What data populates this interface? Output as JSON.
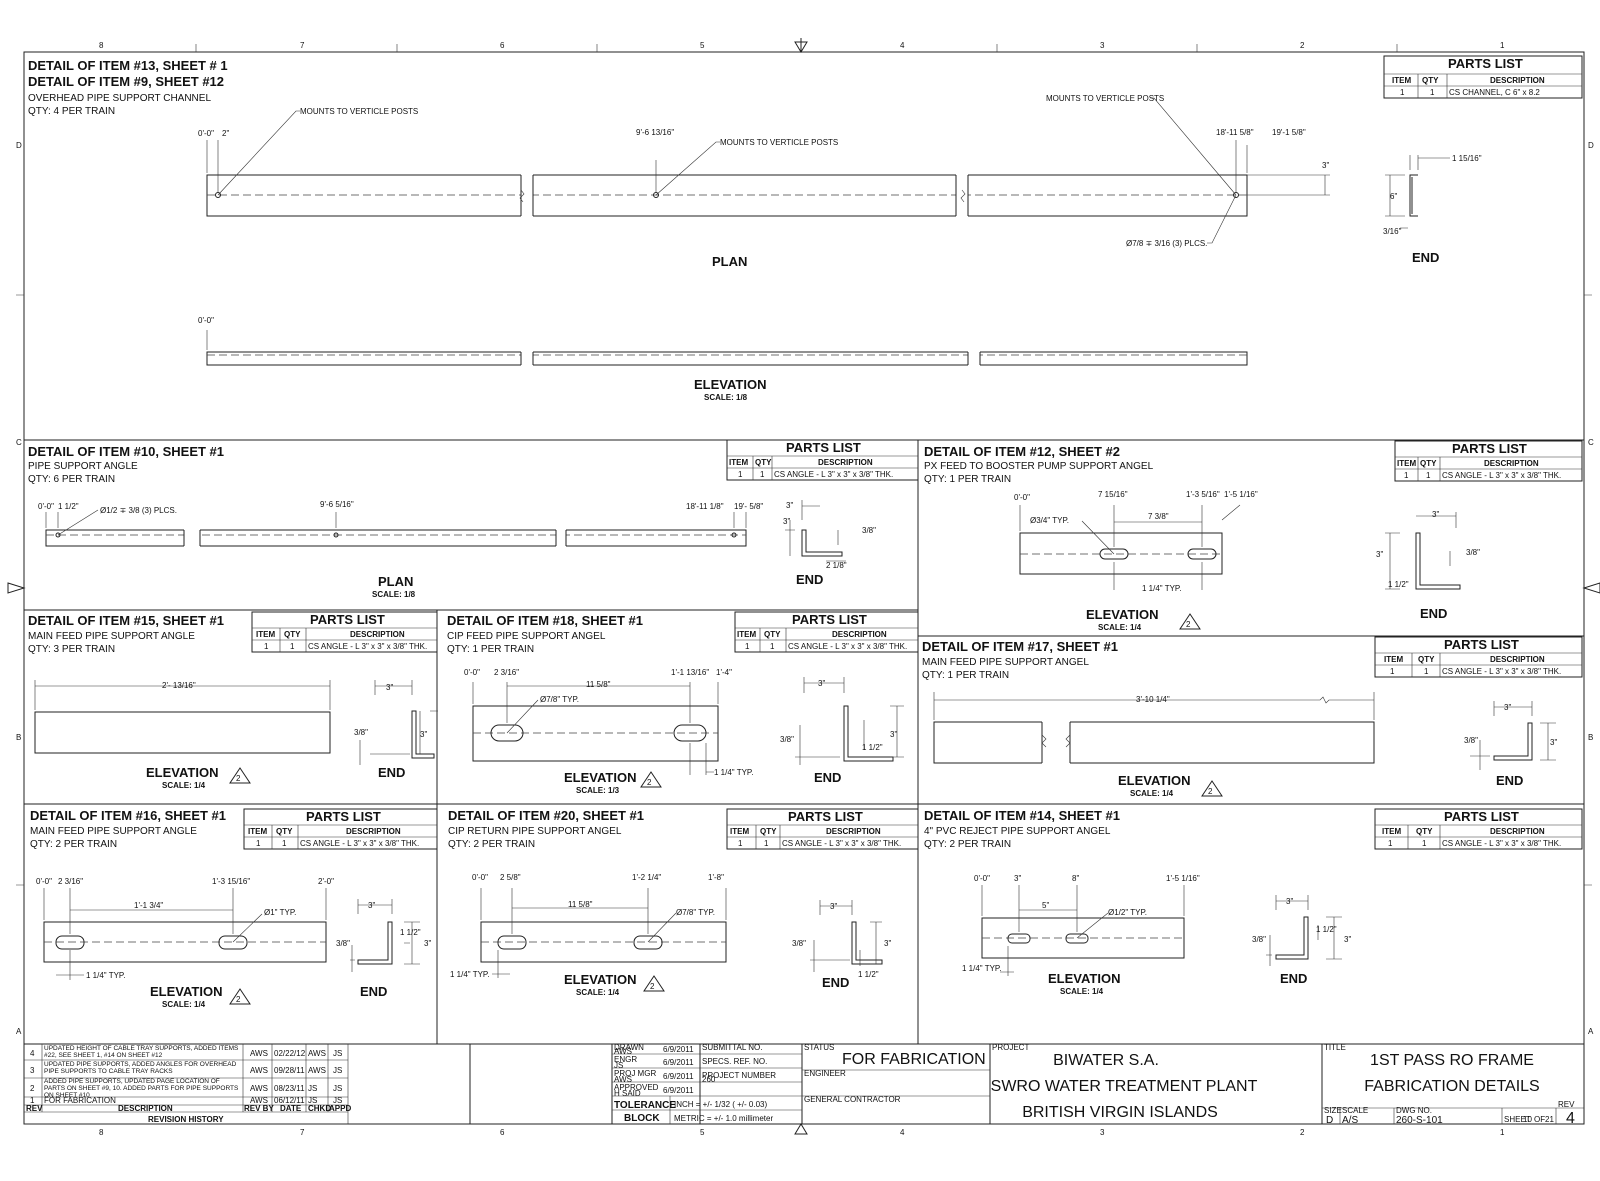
{
  "border": {
    "cols": [
      "8",
      "7",
      "6",
      "5",
      "4",
      "3",
      "2",
      "1"
    ],
    "rows": [
      "D",
      "C",
      "B",
      "A"
    ]
  },
  "top": {
    "title1": "DETAIL OF ITEM #13, SHEET # 1",
    "title2": "DETAIL OF ITEM #9, SHEET #12",
    "desc": "OVERHEAD PIPE SUPPORT CHANNEL",
    "qty": "QTY: 4 PER TRAIN",
    "dims": [
      "0'-0\"",
      "2\"",
      "9'-6 13/16\"",
      "18'-11 5/8\"",
      "19'-1 5/8\"",
      "3\""
    ],
    "notes": [
      "MOUNTS TO VERTICLE POSTS",
      "MOUNTS TO VERTICLE POSTS",
      "MOUNTS TO VERTICLE POSTS",
      "Ø7/8 ∓ 3/16 (3) PLCS."
    ],
    "plan": "PLAN",
    "elev_zero": "0'-0\"",
    "elevation": "ELEVATION",
    "scale": "SCALE: 1/8",
    "end_dims": [
      "1 15/16\"",
      "6\"",
      "3/16\""
    ],
    "end": "END",
    "parts": {
      "title": "PARTS LIST",
      "h": [
        "ITEM",
        "QTY",
        "DESCRIPTION"
      ],
      "r": [
        "1",
        "1",
        "CS CHANNEL, C 6\" x 8.2"
      ]
    }
  },
  "d10": {
    "title": "DETAIL OF ITEM #10, SHEET #1",
    "desc": "PIPE SUPPORT ANGLE",
    "qty": "QTY: 6 PER TRAIN",
    "dims": [
      "0'-0\"",
      "1 1/2\"",
      "Ø1/2 ∓ 3/8 (3) PLCS.",
      "9'-6 5/16\"",
      "18'-11 1/8\"",
      "19'- 5/8\""
    ],
    "plan": "PLAN",
    "scale": "SCALE: 1/8",
    "end_dims": [
      "3\"",
      "3\"",
      "3/8\"",
      "2 1/8\""
    ],
    "end": "END",
    "parts": {
      "title": "PARTS LIST",
      "h": [
        "ITEM",
        "QTY",
        "DESCRIPTION"
      ],
      "r": [
        "1",
        "1",
        "CS ANGLE  - L 3\" x 3\" x 3/8\" THK."
      ]
    }
  },
  "d12": {
    "title": "DETAIL OF ITEM #12, SHEET #2",
    "desc": "PX FEED TO BOOSTER PUMP SUPPORT ANGEL",
    "qty": "QTY: 1 PER TRAIN",
    "dims": [
      "0'-0\"",
      "7 15/16\"",
      "1'-3 5/16\"",
      "1'-5 1/16\"",
      "Ø3/4\" TYP.",
      "7 3/8\"",
      "1 1/4\" TYP."
    ],
    "elevation": "ELEVATION",
    "scale": "SCALE: 1/4",
    "rev": "2",
    "end_dims": [
      "3\"",
      "3\"",
      "3/8\"",
      "1 1/2\""
    ],
    "end": "END",
    "parts": {
      "title": "PARTS LIST",
      "h": [
        "ITEM",
        "QTY",
        "DESCRIPTION"
      ],
      "r": [
        "1",
        "1",
        "CS ANGLE - L 3\" x 3\" x 3/8\" THK."
      ]
    }
  },
  "d15": {
    "title": "DETAIL OF ITEM #15, SHEET #1",
    "desc": "MAIN FEED PIPE SUPPORT ANGLE",
    "qty": "QTY: 3 PER TRAIN",
    "dims": [
      "2'- 13/16\""
    ],
    "elevation": "ELEVATION",
    "scale": "SCALE: 1/4",
    "rev": "2",
    "end_dims": [
      "3\"",
      "3/8\"",
      "3\""
    ],
    "end": "END",
    "parts": {
      "title": "PARTS LIST",
      "h": [
        "ITEM",
        "QTY",
        "DESCRIPTION"
      ],
      "r": [
        "1",
        "1",
        "CS ANGLE  - L 3\" x 3\" x 3/8\" THK."
      ]
    }
  },
  "d18": {
    "title": "DETAIL OF ITEM #18, SHEET #1",
    "desc": "CIP FEED PIPE SUPPORT ANGEL",
    "qty": "QTY: 1 PER TRAIN",
    "dims": [
      "0'-0\"",
      "2 3/16\"",
      "11 5/8\"",
      "1'-1 13/16\"",
      "1'-4\"",
      "Ø7/8\" TYP.",
      "1 1/4\" TYP."
    ],
    "elevation": "ELEVATION",
    "scale": "SCALE: 1/3",
    "rev": "2",
    "end_dims": [
      "3\"",
      "3/8\"",
      "3\"",
      "1 1/2\""
    ],
    "end": "END",
    "parts": {
      "title": "PARTS LIST",
      "h": [
        "ITEM",
        "QTY",
        "DESCRIPTION"
      ],
      "r": [
        "1",
        "1",
        "CS ANGLE  - L 3\" x 3\" x 3/8\" THK."
      ]
    }
  },
  "d17": {
    "title": "DETAIL OF ITEM #17, SHEET #1",
    "desc": "MAIN FEED PIPE SUPPORT ANGEL",
    "qty": "QTY: 1 PER TRAIN",
    "dims": [
      "3'-10 1/4\""
    ],
    "elevation": "ELEVATION",
    "scale": "SCALE: 1/4",
    "rev": "2",
    "end_dims": [
      "3\"",
      "3/8\"",
      "3\""
    ],
    "end": "END",
    "parts": {
      "title": "PARTS LIST",
      "h": [
        "ITEM",
        "QTY",
        "DESCRIPTION"
      ],
      "r": [
        "1",
        "1",
        "CS ANGLE - L 3\" x 3\" x 3/8\" THK."
      ]
    }
  },
  "d16": {
    "title": "DETAIL OF ITEM #16, SHEET #1",
    "desc": "MAIN FEED PIPE SUPPORT ANGLE",
    "qty": "QTY: 2 PER TRAIN",
    "dims": [
      "0'-0\"",
      "2 3/16\"",
      "1'-3 15/16\"",
      "2'-0\"",
      "1'-1 3/4\"",
      "Ø1\" TYP.",
      "1 1/4\" TYP."
    ],
    "elevation": "ELEVATION",
    "scale": "SCALE: 1/4",
    "rev": "2",
    "end_dims": [
      "3\"",
      "3/8\"",
      "1 1/2\"",
      "3\""
    ],
    "end": "END",
    "parts": {
      "title": "PARTS LIST",
      "h": [
        "ITEM",
        "QTY",
        "DESCRIPTION"
      ],
      "r": [
        "1",
        "1",
        "CS ANGLE - L 3\" x 3\" x 3/8\" THK."
      ]
    }
  },
  "d20": {
    "title": "DETAIL OF ITEM #20, SHEET #1",
    "desc": "CIP RETURN PIPE SUPPORT ANGEL",
    "qty": "QTY: 2 PER TRAIN",
    "dims": [
      "0'-0\"",
      "2 5/8\"",
      "1'-2 1/4\"",
      "1'-8\"",
      "11 5/8\"",
      "Ø7/8\" TYP.",
      "1 1/4\" TYP."
    ],
    "elevation": "ELEVATION",
    "scale": "SCALE: 1/4",
    "rev": "2",
    "end_dims": [
      "3\"",
      "3/8\"",
      "3\"",
      "1 1/2\""
    ],
    "end": "END",
    "parts": {
      "title": "PARTS LIST",
      "h": [
        "ITEM",
        "QTY",
        "DESCRIPTION"
      ],
      "r": [
        "1",
        "1",
        "CS ANGLE - L 3\" x 3\" x 3/8\" THK."
      ]
    }
  },
  "d14": {
    "title": "DETAIL OF ITEM #14, SHEET #1",
    "desc": "4\" PVC REJECT PIPE SUPPORT ANGEL",
    "qty": "QTY: 2 PER TRAIN",
    "dims": [
      "0'-0\"",
      "3\"",
      "8\"",
      "1'-5 1/16\"",
      "5\"",
      "Ø1/2\" TYP.",
      "1 1/4\" TYP."
    ],
    "elevation": "ELEVATION",
    "scale": "SCALE: 1/4",
    "end_dims": [
      "3\"",
      "3/8\"",
      "1 1/2\"",
      "3\""
    ],
    "end": "END",
    "parts": {
      "title": "PARTS LIST",
      "h": [
        "ITEM",
        "QTY",
        "DESCRIPTION"
      ],
      "r": [
        "1",
        "1",
        "CS ANGLE - L 3\" x 3\" x 3/8\" THK."
      ]
    }
  },
  "revisions": {
    "rows": [
      [
        "4",
        "UPDATED HEIGHT OF CABLE TRAY SUPPORTS, ADDED ITEMS #22, SEE SHEET 1, #14 ON SHEET #12",
        "AWS",
        "02/22/12",
        "AWS",
        "JS"
      ],
      [
        "3",
        "UPDATED PIPE SUPPORTS, ADDED ANGLES FOR OVERHEAD PIPE SUPPORTS TO CABLE TRAY RACKS",
        "AWS",
        "09/28/11",
        "AWS",
        "JS"
      ],
      [
        "2",
        "ADDED PIPE SUPPORTS, UPDATED PAGE LOCATION OF PARTS ON SHEET #9, 10. ADDED PARTS FOR PIPE SUPPORTS ON SHEET #10",
        "AWS",
        "08/23/11",
        "JS",
        "JS"
      ],
      [
        "1",
        "FOR FABRICATION",
        "AWS",
        "06/12/11",
        "JS",
        "JS"
      ]
    ],
    "headers": [
      "REV",
      "DESCRIPTION",
      "REV BY",
      "DATE",
      "CHKD",
      "APPD"
    ],
    "title": "REVISION HISTORY"
  },
  "titleblock": {
    "sign": [
      {
        "role": "DRAWN",
        "name": "AWS",
        "date": "6/9/2011"
      },
      {
        "role": "ENGR",
        "name": "JS",
        "date": "6/9/2011"
      },
      {
        "role": "PROJ MGR",
        "name": "AWS",
        "date": "6/9/2011"
      },
      {
        "role": "APPROVED",
        "name": "H SAID",
        "date": "6/9/2011"
      }
    ],
    "tolerance": "TOLERANCE",
    "block": "BLOCK",
    "tol_inch": "INCH = +/- 1/32 ( +/- 0.03)",
    "tol_metric": "METRIC = +/- 1.0 millimeter",
    "submittal": "SUBMITTAL NO.",
    "specs": "SPECS. REF. NO.",
    "projnum_label": "PROJECT NUMBER",
    "projnum": "260",
    "status_label": "STATUS",
    "status": "FOR FABRICATION",
    "engineer": "ENGINEER",
    "gc": "GENERAL CONTRACTOR",
    "project_label": "PROJECT",
    "project": [
      "BIWATER S.A.",
      "SWRO WATER TREATMENT PLANT",
      "BRITISH VIRGIN ISLANDS"
    ],
    "title_label": "TITLE",
    "title": [
      "1ST PASS RO FRAME",
      "FABRICATION DETAILS"
    ],
    "size_label": "SIZE",
    "size": "D",
    "scale_label": "SCALE",
    "scale": "A/S",
    "dwg_label": "DWG NO.",
    "dwg": "260-S-101",
    "sheet_label": "SHEET",
    "sheet": "10",
    "of_label": "OF",
    "of": "21",
    "rev_label": "REV",
    "rev": "4"
  }
}
